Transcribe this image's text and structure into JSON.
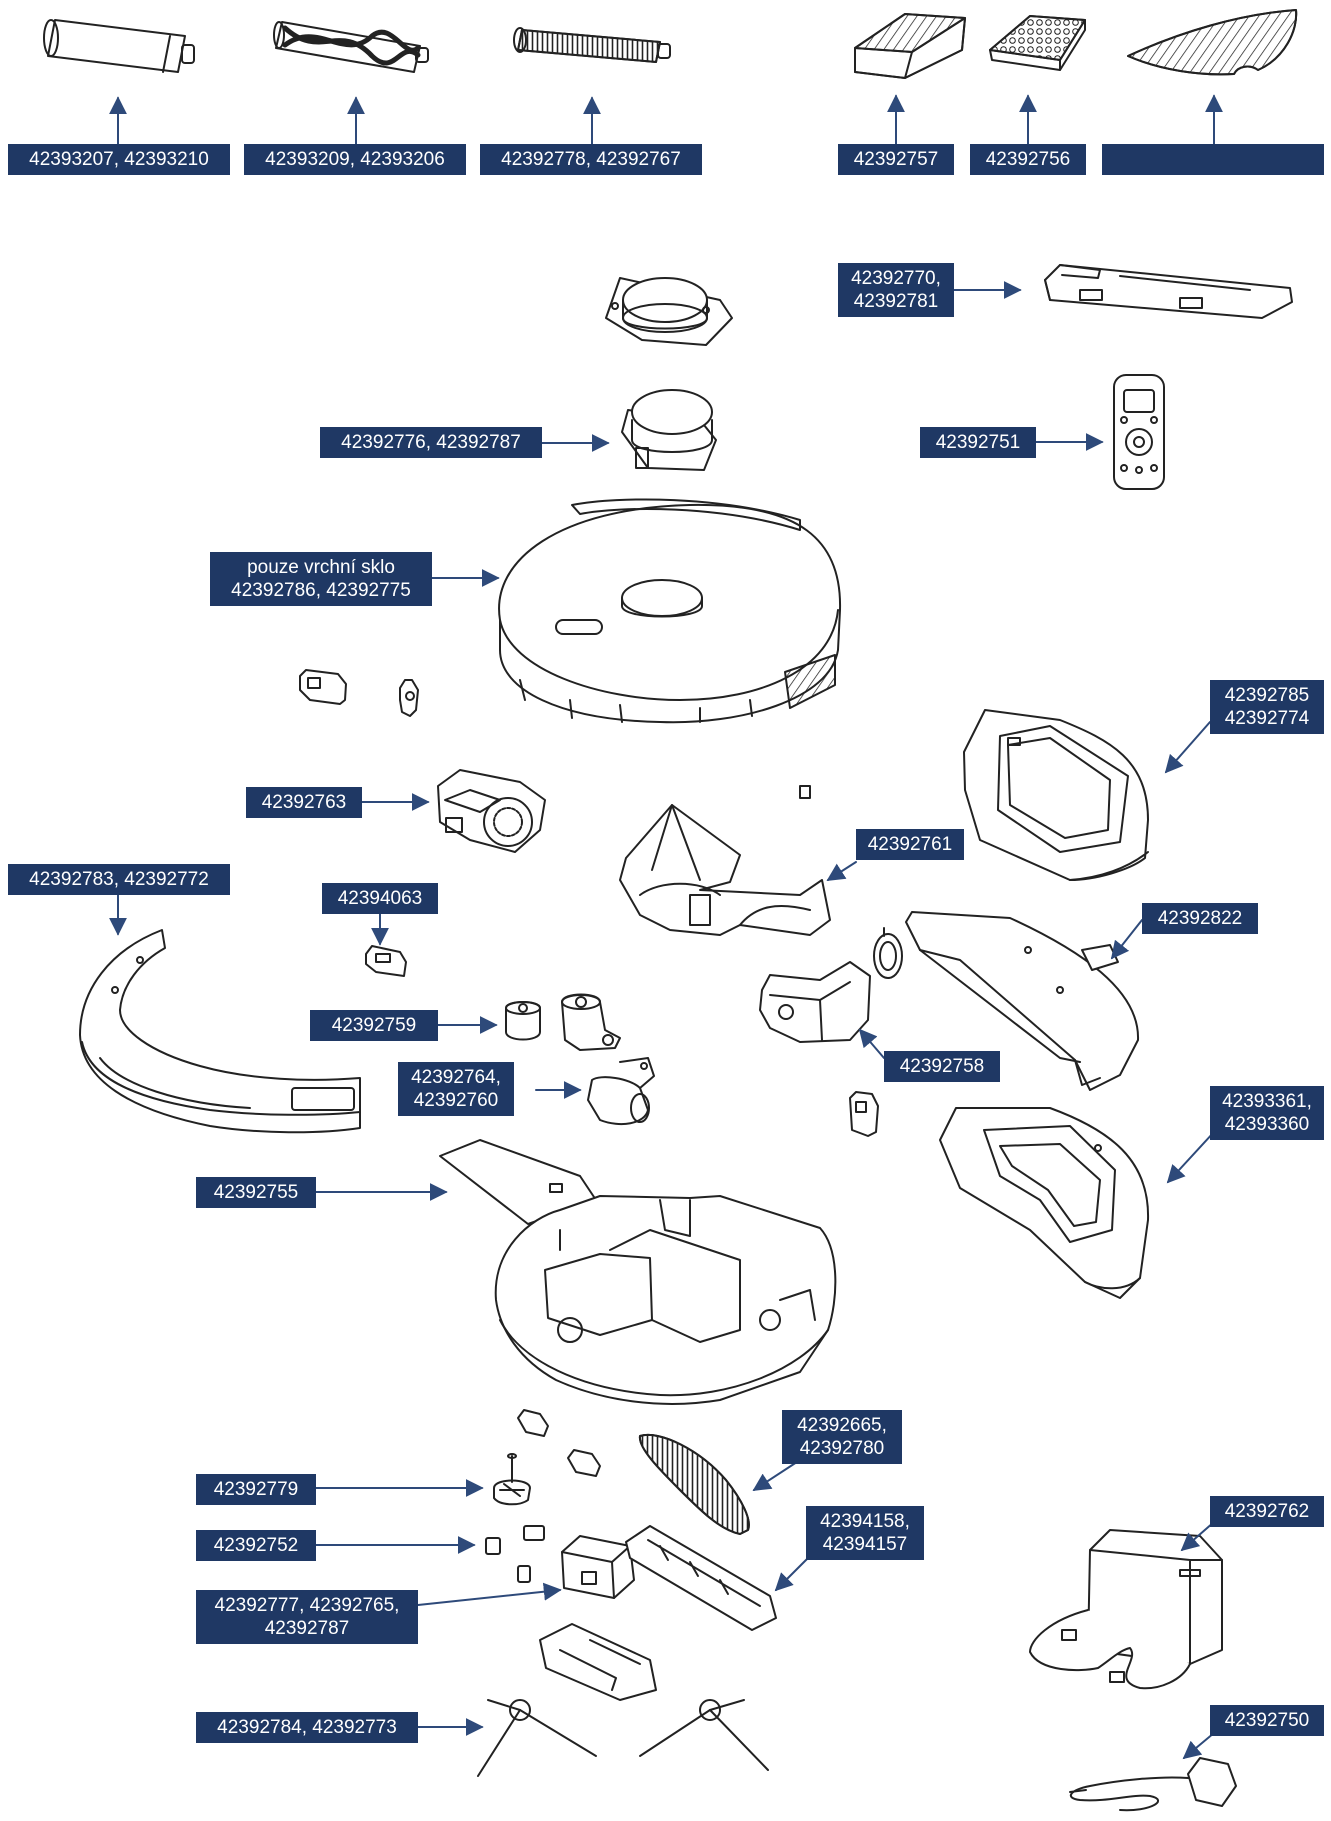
{
  "colors": {
    "label_bg": "#1f3864",
    "label_text": "#ffffff",
    "arrow": "#2e4a7a",
    "line": "#222222"
  },
  "labels": {
    "roller_1": "42393207, 42393210",
    "roller_2": "42393209, 42393206",
    "roller_3": "42392778, 42392767",
    "roller_4": "42392665, 42392780",
    "filter_1": "42392757",
    "filter_2": "42392756",
    "mop_top": "",
    "mop_holder_a": "42392770,",
    "mop_holder_b": "42392781",
    "lidar": "42392776, 42392787",
    "remote": "42392751",
    "glass_a": "pouze vrchní sklo",
    "glass_b": "42392786, 42392775",
    "tank1_a": "42392785",
    "tank1_b": "42392774",
    "wheel_left": "42392763",
    "bumper": "42392783, 42392772",
    "fan_duct": "42392761",
    "sensor": "42394063",
    "tank2": "42392822",
    "motors": "42392759",
    "wheel_right": "42392758",
    "brush_motor_a": "42392764,",
    "brush_motor_b": "42392760",
    "tank3_a": "42393361,",
    "tank3_b": "42393360",
    "cover": "42392755",
    "main_brush_a": "42392665,",
    "main_brush_b": "42392780",
    "caster": "42392779",
    "switch": "42392752",
    "brush_guard_a": "42394158,",
    "brush_guard_b": "42394157",
    "dock": "42392762",
    "battery_a": "42392777, 42392765,",
    "battery_b": "42392787",
    "side_brush": "42392784, 42392773",
    "adapter": "42392750"
  }
}
